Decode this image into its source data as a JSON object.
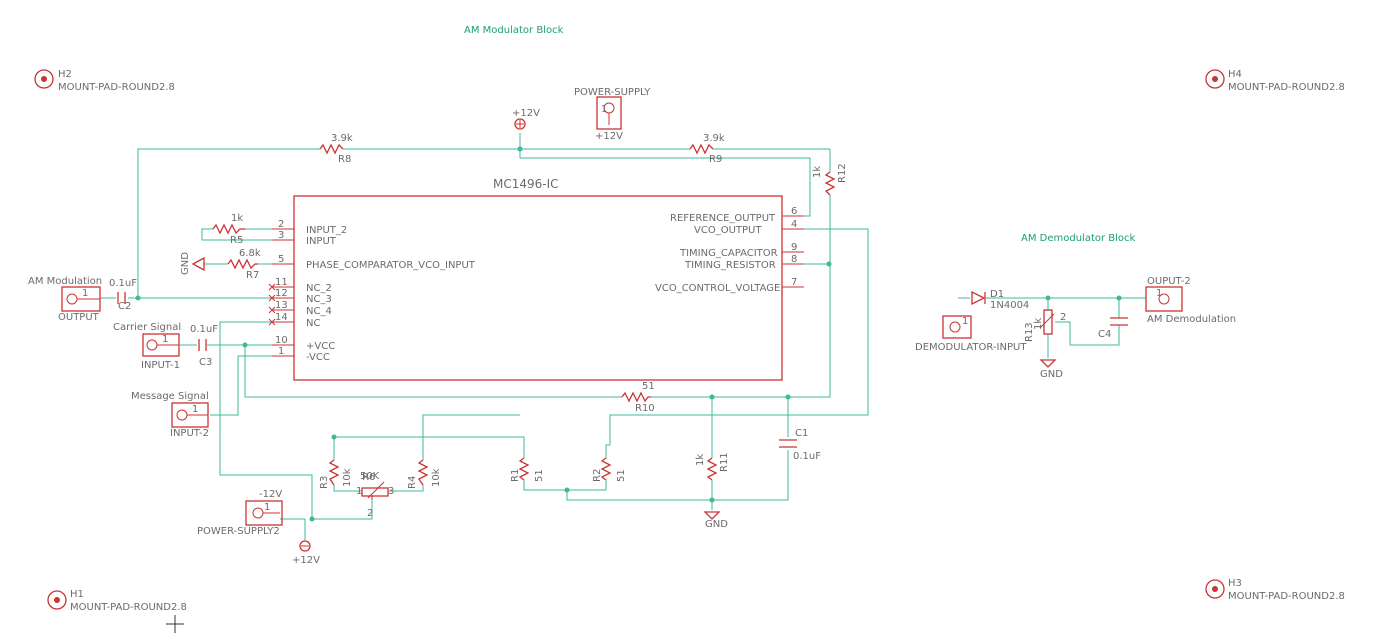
{
  "blocks": {
    "modulator_title": "AM Modulator Block",
    "demodulator_title": "AM Demodulator Block"
  },
  "mount_pads": [
    {
      "ref": "H2",
      "value": "MOUNT-PAD-ROUND2.8"
    },
    {
      "ref": "H4",
      "value": "MOUNT-PAD-ROUND2.8"
    },
    {
      "ref": "H1",
      "value": "MOUNT-PAD-ROUND2.8"
    },
    {
      "ref": "H3",
      "value": "MOUNT-PAD-ROUND2.8"
    }
  ],
  "ic": {
    "name": "MC1496-IC",
    "left_pins": [
      {
        "num": "2",
        "name": "INPUT_2"
      },
      {
        "num": "3",
        "name": "INPUT"
      },
      {
        "num": "5",
        "name": "PHASE_COMPARATOR_VCO_INPUT"
      },
      {
        "num": "11",
        "name": "NC_2"
      },
      {
        "num": "12",
        "name": "NC_3"
      },
      {
        "num": "13",
        "name": "NC_4"
      },
      {
        "num": "14",
        "name": "NC"
      },
      {
        "num": "10",
        "name": "+VCC"
      },
      {
        "num": "1",
        "name": "-VCC"
      }
    ],
    "right_pins": [
      {
        "num": "6",
        "name": "REFERENCE_OUTPUT"
      },
      {
        "num": "4",
        "name": "VCO_OUTPUT"
      },
      {
        "num": "9",
        "name": "TIMING_CAPACITOR"
      },
      {
        "num": "8",
        "name": "TIMING_RESISTOR"
      },
      {
        "num": "7",
        "name": "VCO_CONTROL_VOLTAGE"
      }
    ]
  },
  "components": {
    "r8_top": {
      "value": "3.9k",
      "ref": "R8"
    },
    "r9": {
      "value": "3.9k",
      "ref": "R9"
    },
    "r12": {
      "value": "1k",
      "ref": "R12"
    },
    "r5": {
      "value": "1k",
      "ref": "R5"
    },
    "r7": {
      "value": "6.8k",
      "ref": "R7"
    },
    "gnd_r7": "GND",
    "c2": {
      "value": "0.1uF",
      "ref": "C2"
    },
    "c3": {
      "value": "0.1uF",
      "ref": "C3"
    },
    "r10": {
      "value": "51",
      "ref": "R10"
    },
    "c1": {
      "value": "0.1uF",
      "ref": "C1"
    },
    "r3": {
      "value": "10k",
      "ref": "R3"
    },
    "r6": {
      "value": "50K",
      "ref": "R6"
    },
    "r4": {
      "value": "10k",
      "ref": "R4"
    },
    "r1": {
      "value": "51",
      "ref": "R1"
    },
    "r2": {
      "value": "51",
      "ref": "R2"
    },
    "r11": {
      "value": "1k",
      "ref": "R11"
    },
    "gnd_r11": "GND",
    "pot_pins": [
      "1",
      "2",
      "3"
    ],
    "pot_val_pin": "+3"
  },
  "connectors": {
    "power_supply": {
      "label": "POWER-SUPPLY",
      "value": "+12V",
      "pin": "1"
    },
    "supply_top": "+12V",
    "output": {
      "title": "AM Modulation",
      "label": "OUTPUT",
      "pin": "1"
    },
    "input1": {
      "title": "Carrier Signal",
      "label": "INPUT-1",
      "pin": "1"
    },
    "input2": {
      "title": "Message Signal",
      "label": "INPUT-2",
      "pin": "1"
    },
    "power_supply2": {
      "label": "POWER-SUPPLY2",
      "value": "-12V",
      "pin": "1"
    },
    "supply_bottom": "+12V"
  },
  "demodulator": {
    "d1": {
      "ref": "D1",
      "value": "1N4004"
    },
    "r13": {
      "ref": "R13",
      "value": "1k",
      "pin": "2"
    },
    "c4": {
      "ref": "C4"
    },
    "gnd": "GND",
    "input": {
      "label": "DEMODULATOR-INPUT",
      "pin": "1"
    },
    "output": {
      "title": "OUPUT-2",
      "label": "AM Demodulation",
      "pin": "1"
    }
  },
  "colors": {
    "wire": "#3cb89a",
    "part": "#cc3333",
    "text": "#6b6b6b",
    "title": "#1f9e6e"
  }
}
